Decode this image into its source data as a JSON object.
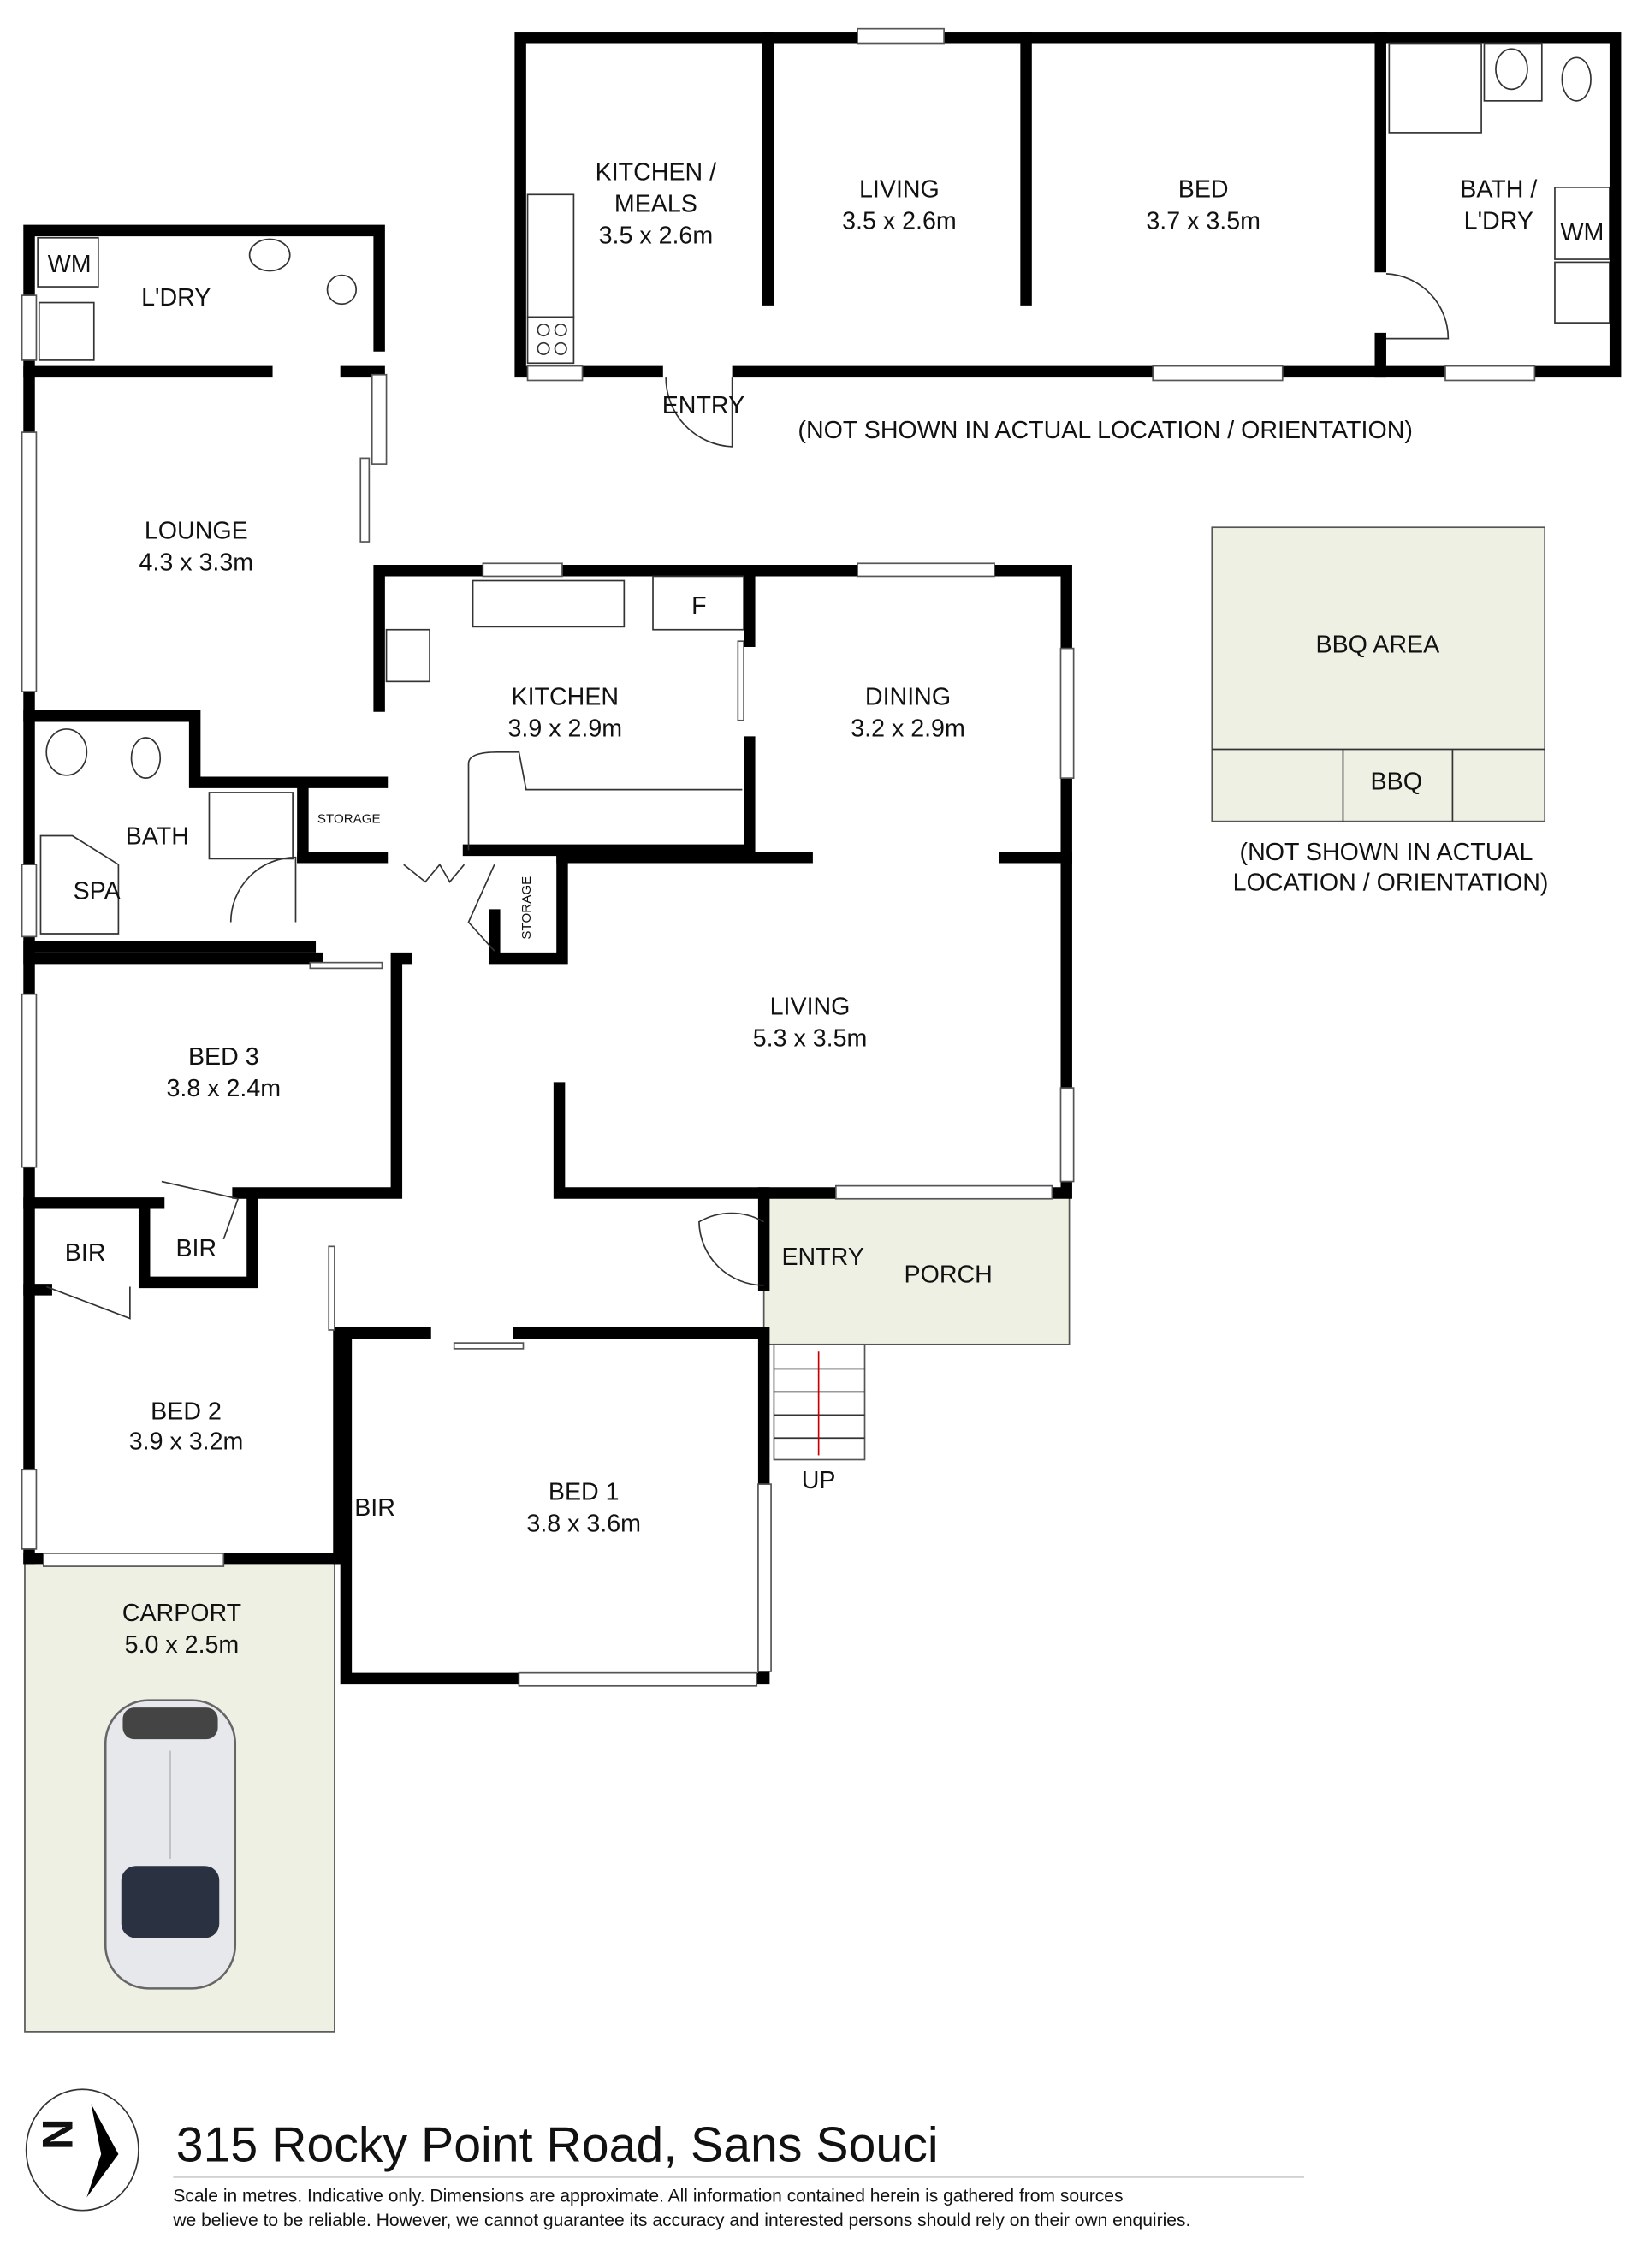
{
  "address": "315 Rocky Point Road, Sans Souci",
  "disclaimer": [
    "Scale in metres. Indicative only. Dimensions are approximate. All information contained herein is gathered from sources",
    "we believe to be reliable. However, we cannot guarantee its accuracy and interested persons should rely on their own enquiries."
  ],
  "compass_label": "N",
  "granny_flat": {
    "kitchen": {
      "name1": "KITCHEN /",
      "name2": "MEALS",
      "size": "3.5 x 2.6m"
    },
    "living": {
      "name": "LIVING",
      "size": "3.5 x 2.6m"
    },
    "bed": {
      "name": "BED",
      "size": "3.7 x 3.5m"
    },
    "bath": {
      "name1": "BATH /",
      "name2": "L'DRY",
      "wm": "WM"
    },
    "entry": "ENTRY",
    "note": "(NOT SHOWN IN ACTUAL LOCATION / ORIENTATION)"
  },
  "bbq": {
    "area": "BBQ AREA",
    "bbq": "BBQ",
    "note1": "(NOT SHOWN IN ACTUAL",
    "note2": "LOCATION / ORIENTATION)"
  },
  "rooms": {
    "ldry": {
      "name": "L'DRY",
      "wm": "WM"
    },
    "lounge": {
      "name": "LOUNGE",
      "size": "4.3 x 3.3m"
    },
    "kitchen": {
      "name": "KITCHEN",
      "size": "3.9 x 2.9m",
      "fridge": "F"
    },
    "dining": {
      "name": "DINING",
      "size": "3.2 x 2.9m"
    },
    "bath": {
      "name": "BATH",
      "spa": "SPA"
    },
    "storage1": "STORAGE",
    "storage2": "STORAGE",
    "living": {
      "name": "LIVING",
      "size": "5.3 x 3.5m"
    },
    "bed3": {
      "name": "BED 3",
      "size": "3.8 x 2.4m"
    },
    "bir1": "BIR",
    "bir2": "BIR",
    "bir3": "BIR",
    "bed2": {
      "name": "BED 2",
      "size": "3.9 x 3.2m"
    },
    "bed1": {
      "name": "BED 1",
      "size": "3.8 x 3.6m"
    },
    "entry": "ENTRY",
    "porch": "PORCH",
    "up": "UP",
    "carport": {
      "name": "CARPORT",
      "size": "5.0 x 2.5m"
    }
  }
}
